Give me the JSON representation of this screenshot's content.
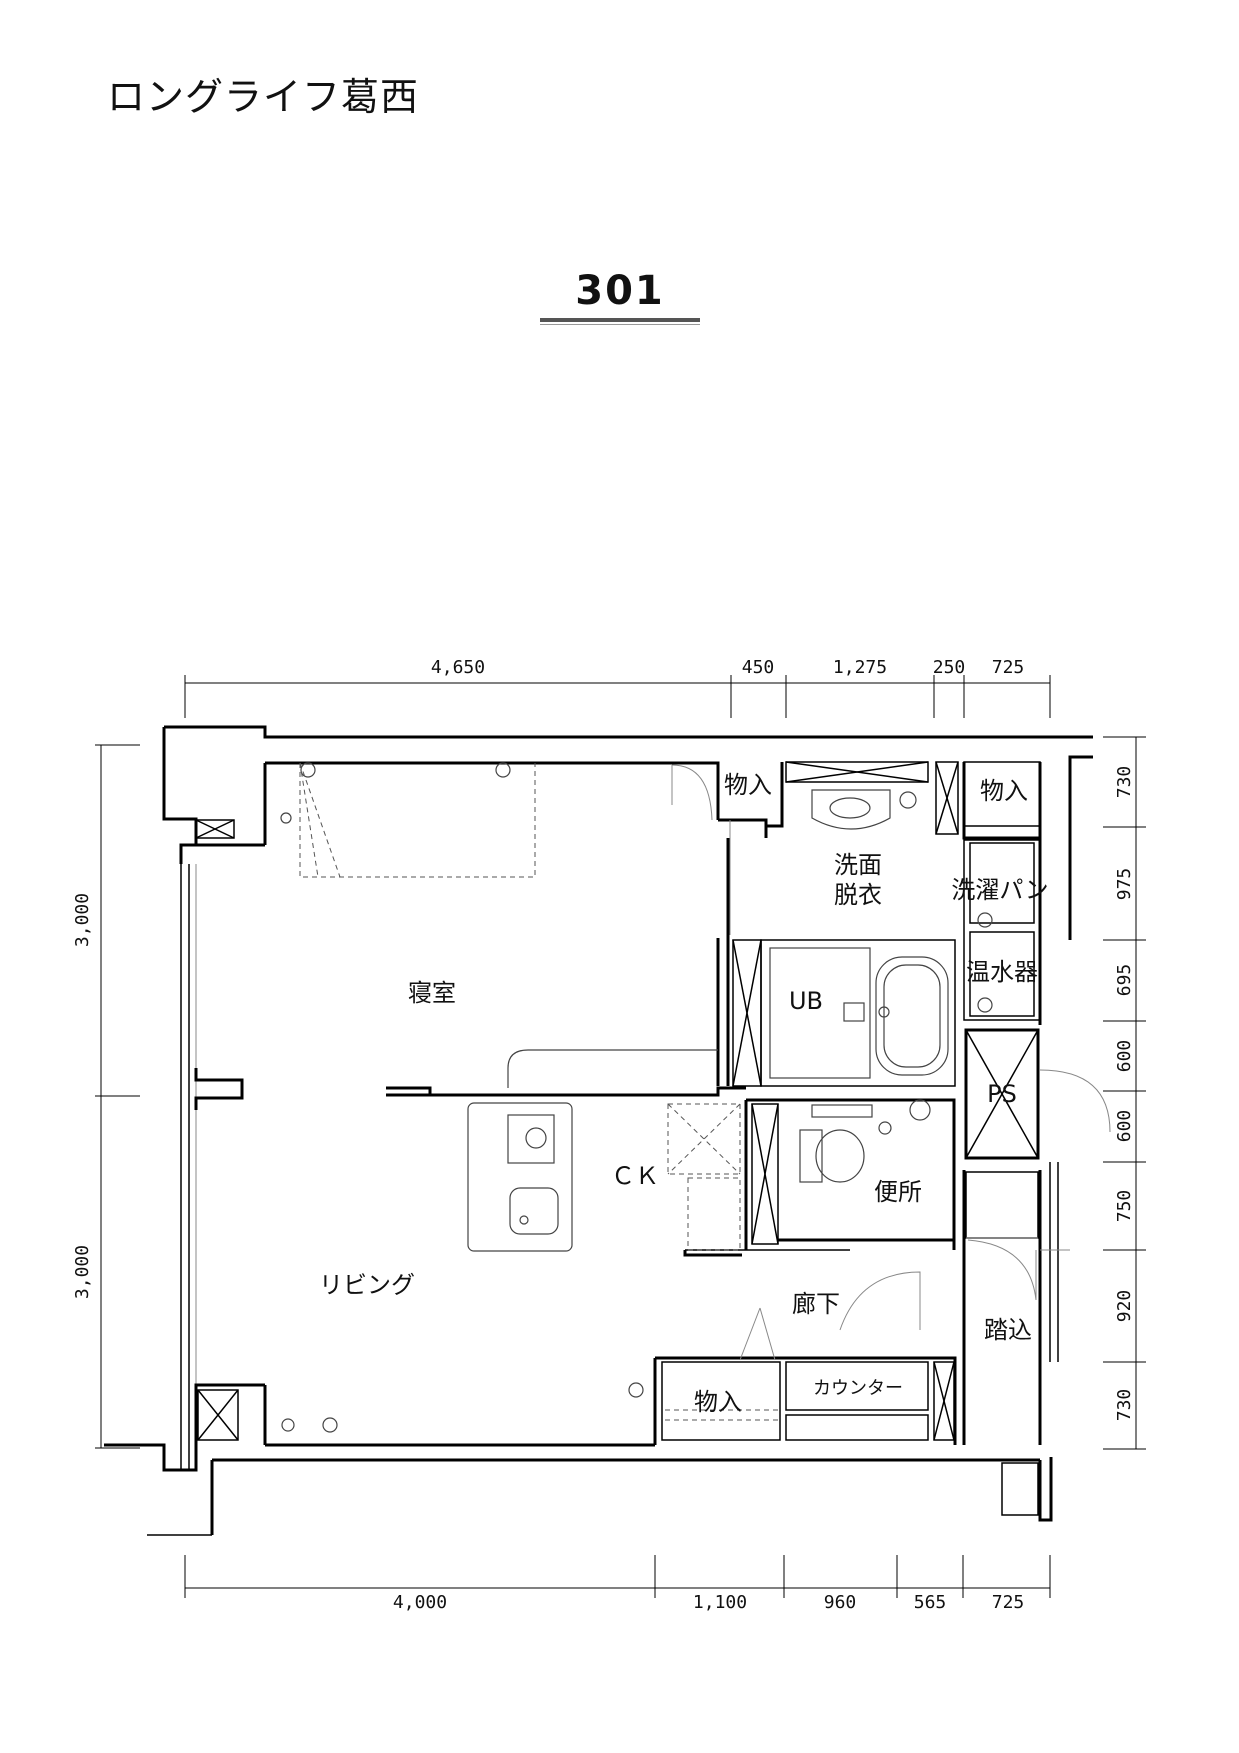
{
  "building_name": "ロングライフ葛西",
  "unit_number": "301",
  "rooms": {
    "bedroom": "寝室",
    "living": "リビング",
    "ck": "ＣＫ",
    "ub": "UB",
    "washroom_line1": "洗面",
    "washroom_line2": "脱衣",
    "washer_pan": "洗濯パン",
    "water_heater": "温水器",
    "ps": "PS",
    "toilet": "便所",
    "hallway": "廊下",
    "entrance": "踏込",
    "counter": "カウンター",
    "storage_top_left": "物入",
    "storage_top_right": "物入",
    "storage_bottom": "物入"
  },
  "dimensions": {
    "top": [
      "4,650",
      "450",
      "1,275",
      "250",
      "725"
    ],
    "bottom": [
      "4,000",
      "1,100",
      "960",
      "565",
      "725"
    ],
    "left": [
      "3,000",
      "3,000"
    ],
    "right": [
      "730",
      "975",
      "695",
      "600",
      "600",
      "750",
      "920",
      "730"
    ]
  }
}
